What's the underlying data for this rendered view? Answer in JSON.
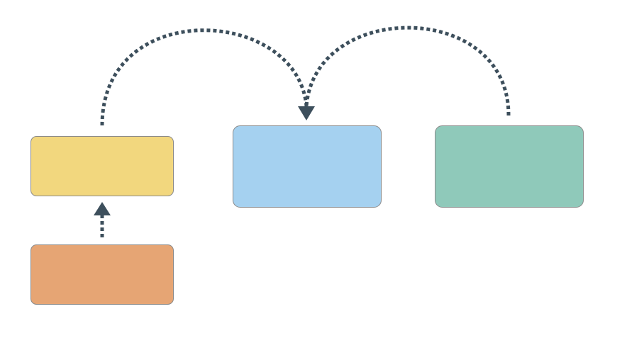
{
  "diagram": {
    "nodes": [
      {
        "id": "yellow-box",
        "label": "",
        "fill": "#F2D77E",
        "stroke": "#8A8A8A"
      },
      {
        "id": "blue-box",
        "label": "",
        "fill": "#A5D1F0",
        "stroke": "#8A8A8A"
      },
      {
        "id": "green-box",
        "label": "",
        "fill": "#8FC9BA",
        "stroke": "#8A8A8A"
      },
      {
        "id": "orange-box",
        "label": "",
        "fill": "#E6A574",
        "stroke": "#8A8A8A"
      }
    ],
    "edges": [
      {
        "from": "orange-box",
        "to": "yellow-box",
        "style": "dotted",
        "arrow": "end"
      },
      {
        "from": "yellow-box",
        "to": "blue-box",
        "style": "dotted",
        "arrow": "end"
      },
      {
        "from": "green-box",
        "to": "blue-box",
        "style": "dotted",
        "arrow": "none"
      }
    ],
    "colors": {
      "connector": "#3D4F5C",
      "background": "#FFFFFF"
    }
  }
}
